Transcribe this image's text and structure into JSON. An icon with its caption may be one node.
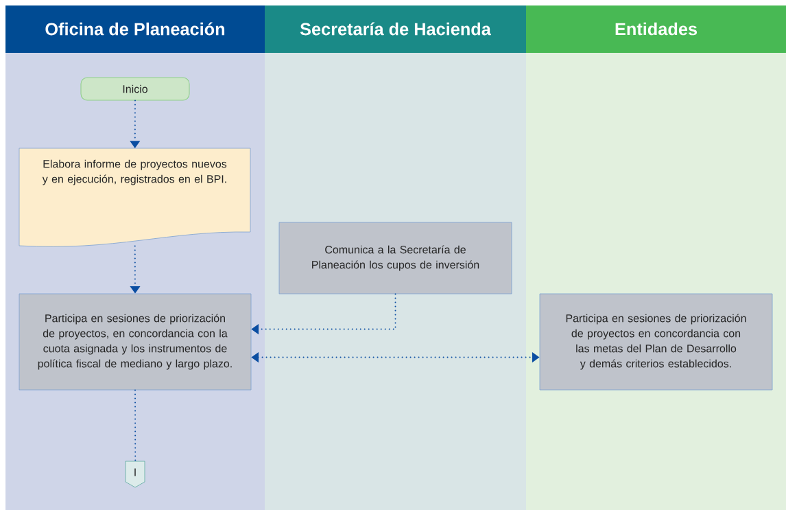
{
  "diagram": {
    "nodes": [
      {
        "text": [
          "Oficina de Planeación"
        ]
      },
      {
        "text": [
          "Secretaría de Hacienda"
        ]
      },
      {
        "text": [
          "Entidades"
        ]
      },
      {
        "text": [
          "Inicio"
        ],
        "in": 0
      },
      {
        "text": [
          "Elabora informe de proyectos nuevos y en ejecución, registrados en el BPI."
        ],
        "in": 0
      },
      {
        "text": [
          "Comunica a la Secretaría de Planeación los cupos de inversión"
        ],
        "in": 1
      },
      {
        "text": [
          "Participa en sesiones de priorización de proyectos, en concordancia con la cuota asignada y los instrumentos de política fiscal de mediano y largo plazo."
        ],
        "in": 0
      },
      {
        "text": [
          "Participa en sesiones de priorización de proyectos en concordancia con las metas del Plan de Desarrollo y demás criterios establecidos."
        ],
        "in": 2
      },
      {
        "text": [
          "I"
        ],
        "in": 0
      }
    ],
    "edges": [
      {
        "from": 3,
        "to": 4,
        "arrow": "to"
      },
      {
        "from": 4,
        "to": 6,
        "arrow": "to"
      },
      {
        "from": 5,
        "to": 6,
        "arrow": "to"
      },
      {
        "from": 6,
        "to": 7,
        "arrow": "both"
      },
      {
        "from": 6,
        "to": 8,
        "arrow": "none"
      }
    ]
  }
}
